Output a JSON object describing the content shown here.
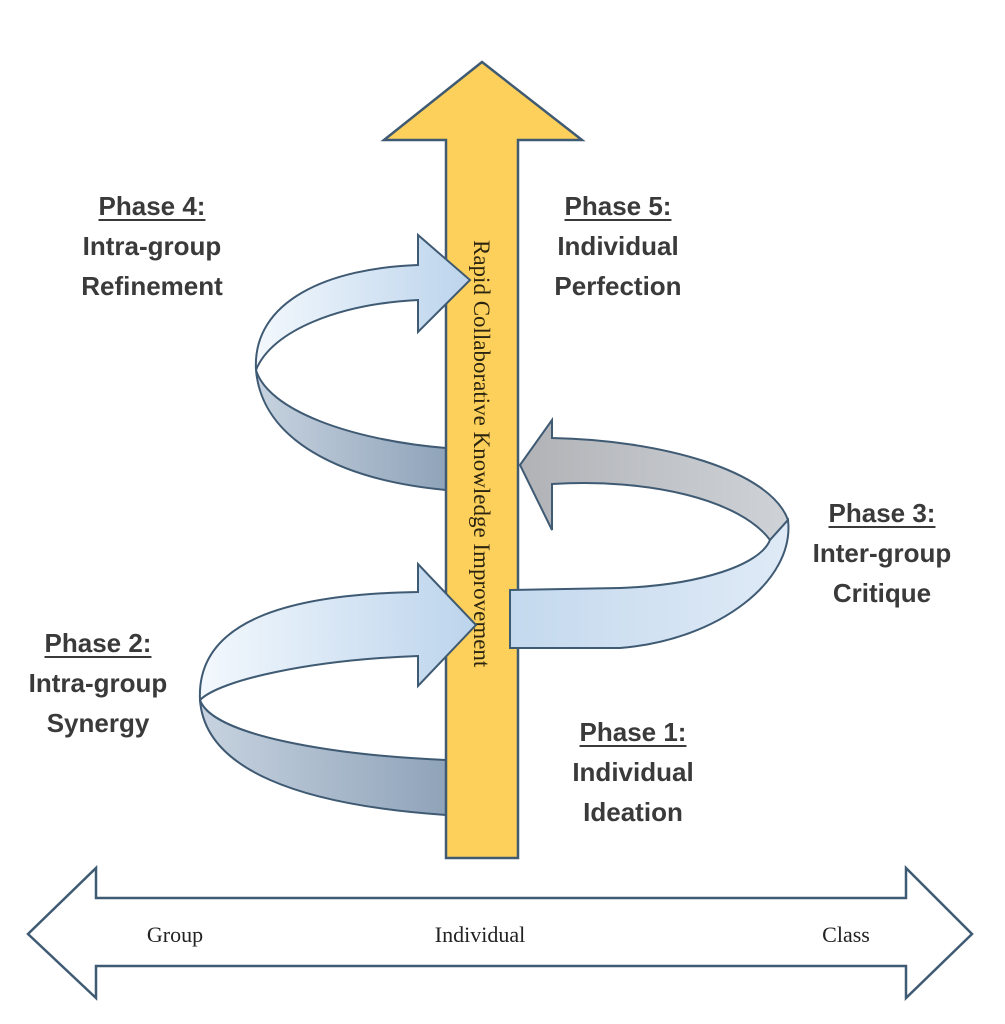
{
  "title": "Rapid Collaborative Knowledge Improvement",
  "central_arrow": {
    "label": "Rapid Collaborative Knowledge Improvement",
    "fill_color": "#fdd05b",
    "stroke_color": "#3f5a73"
  },
  "phases": [
    {
      "title": "Phase 1:",
      "line1": "Individual",
      "line2": "Ideation"
    },
    {
      "title": "Phase 2:",
      "line1": "Intra-group",
      "line2": "Synergy"
    },
    {
      "title": "Phase 3:",
      "line1": "Inter-group",
      "line2": "Critique"
    },
    {
      "title": "Phase 4:",
      "line1": "Intra-group",
      "line2": "Refinement"
    },
    {
      "title": "Phase 5:",
      "line1": "Individual",
      "line2": "Perfection"
    }
  ],
  "axis": {
    "left_label": "Group",
    "center_label": "Individual",
    "right_label": "Class",
    "stroke_color": "#3f5a73"
  },
  "colors": {
    "ribbon_light": "#c5daef",
    "ribbon_dark": "#9aaec3",
    "ribbon_grey": "#b9bcc1",
    "ribbon_stroke": "#3f5a73"
  }
}
